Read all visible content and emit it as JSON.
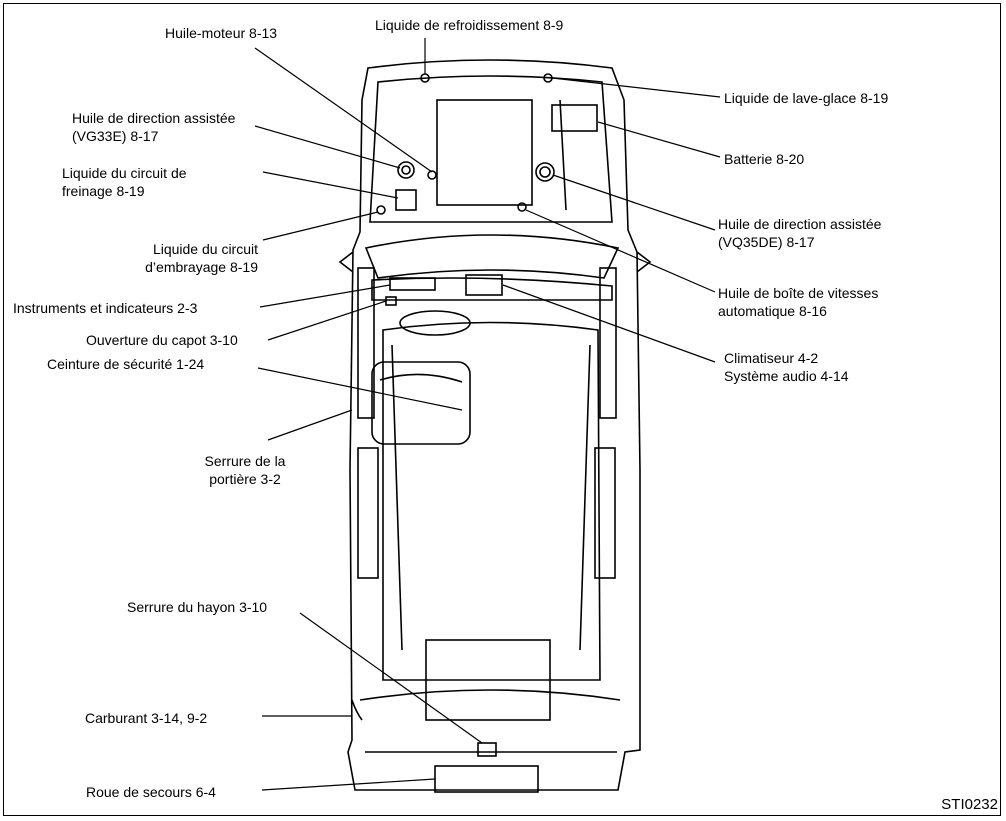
{
  "labels": {
    "engine_oil": "Huile-moteur 8-13",
    "coolant": "Liquide de refroidissement 8-9",
    "washer_fluid": "Liquide de lave-glace 8-19",
    "ps_vg33e_line1": "Huile de direction assistée",
    "ps_vg33e_line2": "(VG33E) 8-17",
    "battery": "Batterie 8-20",
    "brake_fluid_line1": "Liquide du circuit de",
    "brake_fluid_line2": "freinage 8-19",
    "ps_vq35de_line1": "Huile de direction assistée",
    "ps_vq35de_line2": "(VQ35DE) 8-17",
    "clutch_fluid_line1": "Liquide du circuit",
    "clutch_fluid_line2": "d’embrayage 8-19",
    "auto_trans_line1": "Huile de boîte de vitesses",
    "auto_trans_line2": "automatique 8-16",
    "instruments": "Instruments et indicateurs 2-3",
    "hood_release": "Ouverture du capot 3-10",
    "seat_belt": "Ceinture de sécurité 1-24",
    "climate_line1": "Climatiseur 4-2",
    "climate_line2": "Système audio 4-14",
    "door_lock_line1": "Serrure de la",
    "door_lock_line2": "portière 3-2",
    "liftgate_lock": "Serrure du hayon 3-10",
    "fuel": "Carburant 3-14, 9-2",
    "spare_tire": "Roue de secours 6-4"
  },
  "figure_code": "STI0232"
}
